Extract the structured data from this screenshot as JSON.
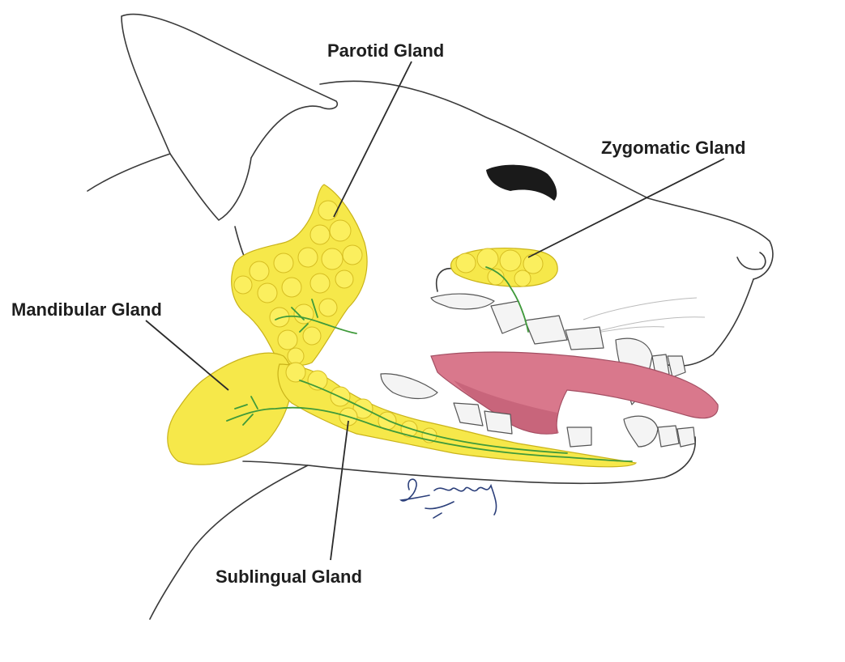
{
  "labels": {
    "parotid": "Parotid Gland",
    "zygomatic": "Zygomatic Gland",
    "mandibular": "Mandibular Gland",
    "sublingual": "Sublingual Gland"
  },
  "signature": "L. Seeley",
  "colors": {
    "gland": "#f6e84a",
    "duct": "#3f9a3a",
    "tongue": "#d9788c",
    "outline": "#3a3a3a"
  }
}
